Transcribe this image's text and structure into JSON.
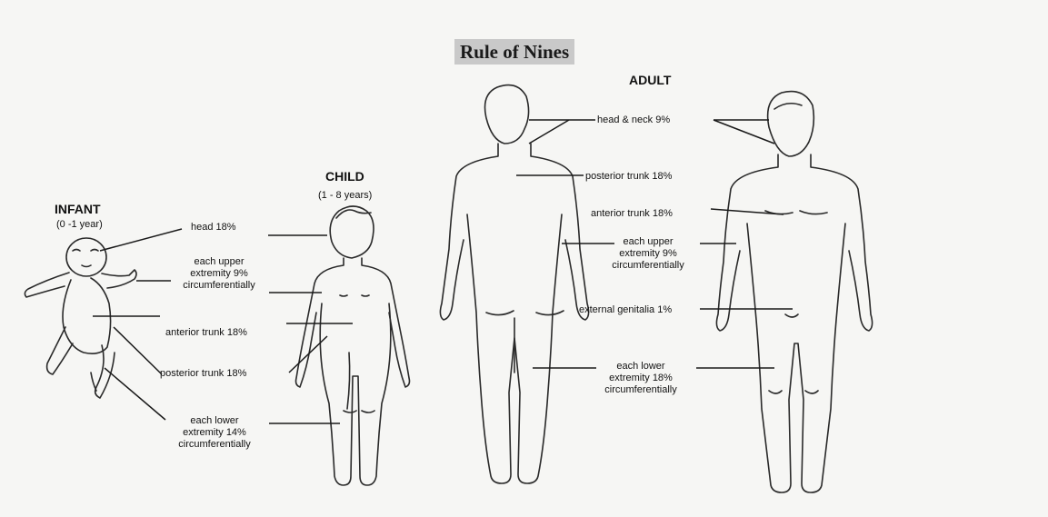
{
  "title": "Rule of Nines",
  "infant": {
    "heading": "INFANT",
    "age": "(0 -1 year)"
  },
  "child": {
    "heading": "CHILD",
    "age": "(1 - 8 years)",
    "labels": {
      "head": "head 18%",
      "upper_1": "each upper",
      "upper_2": "extremity 9%",
      "upper_3": "circumferentially",
      "anterior": "anterior trunk 18%",
      "posterior": "posterior trunk 18%",
      "lower_1": "each lower",
      "lower_2": "extremity 14%",
      "lower_3": "circumferentially"
    }
  },
  "adult": {
    "heading": "ADULT",
    "labels": {
      "head": "head & neck 9%",
      "posterior": "posterior trunk 18%",
      "anterior": "anterior trunk 18%",
      "upper_1": "each upper",
      "upper_2": "extremity 9%",
      "upper_3": "circumferentially",
      "genitalia": "external genitalia 1%",
      "lower_1": "each lower",
      "lower_2": "extremity 18%",
      "lower_3": "circumferentially"
    }
  }
}
